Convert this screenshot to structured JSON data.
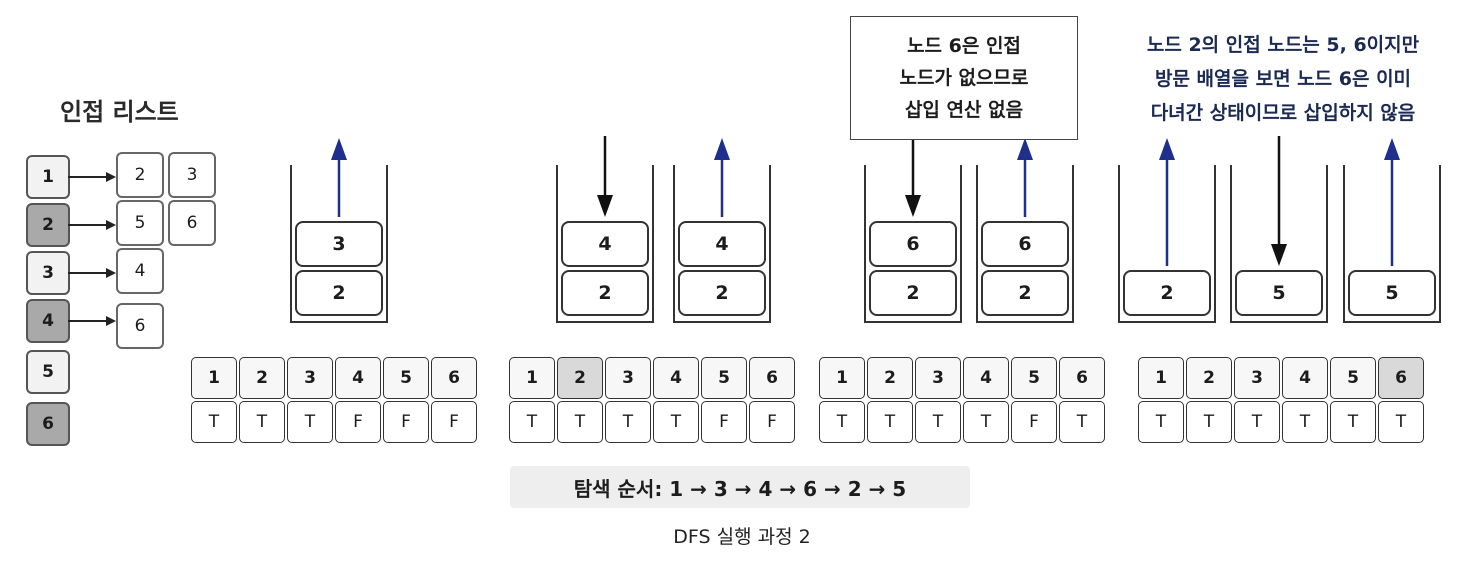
{
  "title": "인접 리스트",
  "adjacency": [
    {
      "node": "1",
      "neighbors": [
        "2",
        "3"
      ],
      "shaded": false
    },
    {
      "node": "2",
      "neighbors": [
        "5",
        "6"
      ],
      "shaded": true
    },
    {
      "node": "3",
      "neighbors": [
        "4"
      ],
      "shaded": false
    },
    {
      "node": "4",
      "neighbors": [
        "6"
      ],
      "shaded": true
    },
    {
      "node": "5",
      "neighbors": [],
      "shaded": false
    },
    {
      "node": "6",
      "neighbors": [],
      "shaded": true
    }
  ],
  "stacks": [
    {
      "items": [
        "3",
        "2"
      ],
      "arrow": "up"
    },
    {
      "items": [
        "4",
        "2"
      ],
      "arrow": "down"
    },
    {
      "items": [
        "4",
        "2"
      ],
      "arrow": "up"
    },
    {
      "items": [
        "6",
        "2"
      ],
      "arrow": "down"
    },
    {
      "items": [
        "6",
        "2"
      ],
      "arrow": "up"
    },
    {
      "items": [
        "2"
      ],
      "arrow": "up"
    },
    {
      "items": [
        "5"
      ],
      "arrow": "down"
    },
    {
      "items": [
        "5"
      ],
      "arrow": "up"
    }
  ],
  "visited_tables": [
    {
      "headers": [
        "1",
        "2",
        "3",
        "4",
        "5",
        "6"
      ],
      "values": [
        "T",
        "T",
        "T",
        "F",
        "F",
        "F"
      ]
    },
    {
      "headers": [
        "1",
        "2",
        "3",
        "4",
        "5",
        "6"
      ],
      "values": [
        "T",
        "T",
        "T",
        "T",
        "F",
        "F"
      ]
    },
    {
      "headers": [
        "1",
        "2",
        "3",
        "4",
        "5",
        "6"
      ],
      "values": [
        "T",
        "T",
        "T",
        "T",
        "F",
        "T"
      ]
    },
    {
      "headers": [
        "1",
        "2",
        "3",
        "4",
        "5",
        "6"
      ],
      "values": [
        "T",
        "T",
        "T",
        "T",
        "T",
        "T"
      ]
    }
  ],
  "note_box_lines": [
    "노드 6은 인접",
    "노드가 없으므로",
    "삽입 연산 없음"
  ],
  "note2_lines": [
    "노드 2의 인접 노드는 5, 6이지만",
    "방문 배열을 보면 노드 6은 이미",
    "다녀간 상태이므로 삽입하지 않음"
  ],
  "search_order": "탐색 순서: 1 → 3 → 4 → 6 → 2 → 5",
  "caption": "DFS 실행 과정 2",
  "colors": {
    "up_arrow": "#1f2f8a",
    "down_arrow": "#111111",
    "shaded_node": "#a9a9a9"
  }
}
